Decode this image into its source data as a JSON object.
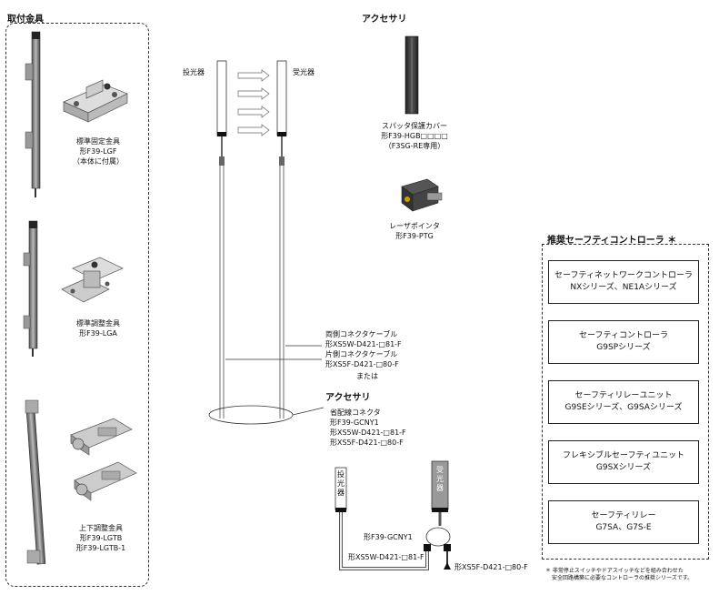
{
  "left_section": {
    "title": "取付金具",
    "items": [
      {
        "line1": "標準固定金具",
        "line2": "形F39-LGF",
        "line3": "（本体に付属）"
      },
      {
        "line1": "標準調整金具",
        "line2": "形F39-LGA"
      },
      {
        "line1": "上下調整金具",
        "line2": "形F39-LGTB",
        "line3": "形F39-LGTB-1"
      }
    ]
  },
  "center": {
    "emitter_label": "投光器",
    "receiver_label": "受光器",
    "cable_lines": [
      "両側コネクタケーブル",
      "形XS5W-D421-□81-F",
      "片側コネクタケーブル",
      "形XS5F-D421-□80-F"
    ],
    "or_text": "または"
  },
  "top_accessory": {
    "title": "アクセサリ",
    "cover": {
      "line1": "スパッタ保護カバー",
      "line2": "形F39-HGB□□□□",
      "line3": "（F3SG-RE専用）"
    },
    "laser": {
      "line1": "レーザポインタ",
      "line2": "形F39-PTG"
    }
  },
  "bottom_accessory": {
    "title": "アクセサリ",
    "connector_lines": [
      "省配線コネクタ",
      "形F39-GCNY1",
      "形XS5W-D421-□81-F",
      "形XS5F-D421-□80-F"
    ],
    "emitter": "投光器",
    "receiver": "受光器",
    "gcny_label": "形F39-GCNY1",
    "xs5w_label": "形XS5W-D421-□81-F",
    "xs5f_label": "形XS5F-D421-□80-F"
  },
  "controllers": {
    "title": "推奨セーフティコントローラ ＊",
    "items": [
      {
        "line1": "セーフティネットワークコントローラ",
        "line2": "NXシリーズ、NE1Aシリーズ"
      },
      {
        "line1": "セーフティコントローラ",
        "line2": "G9SPシリーズ"
      },
      {
        "line1": "セーフティリレーユニット",
        "line2": "G9SEシリーズ、G9SAシリーズ"
      },
      {
        "line1": "フレキシブルセーフティユニット",
        "line2": "G9SXシリーズ"
      },
      {
        "line1": "セーフティリレー",
        "line2": "G7SA、G7S-E"
      }
    ],
    "note1": "＊ 非常停止スイッチやドアスイッチなどを組み合わせた",
    "note2": "安全回路構築に必要なコントローラの推奨シリーズです。"
  }
}
